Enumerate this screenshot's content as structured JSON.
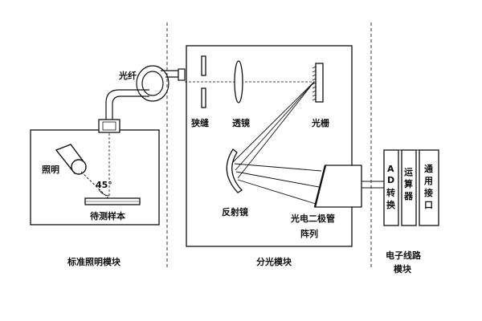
{
  "labels": {
    "fiber": "光纤",
    "lighting": "照明",
    "angle": "45°",
    "sample": "待测样本",
    "slit": "狭缝",
    "lens": "透镜",
    "grating": "光栅",
    "mirror": "反射镜",
    "photodiode_line1": "光电二极管",
    "photodiode_line2": "阵列",
    "ad_line1": "A",
    "ad_line2": "D",
    "ad_line3": "转",
    "ad_line4": "换",
    "alu_line1": "运",
    "alu_line2": "算",
    "alu_line3": "器",
    "io_line1": "通",
    "io_line2": "用",
    "io_line3": "接",
    "io_line4": "口"
  },
  "sections": {
    "illumination": "标准照明模块",
    "spectral": "分光模块",
    "electronic_line1": "电子线路",
    "electronic_line2": "模块"
  }
}
